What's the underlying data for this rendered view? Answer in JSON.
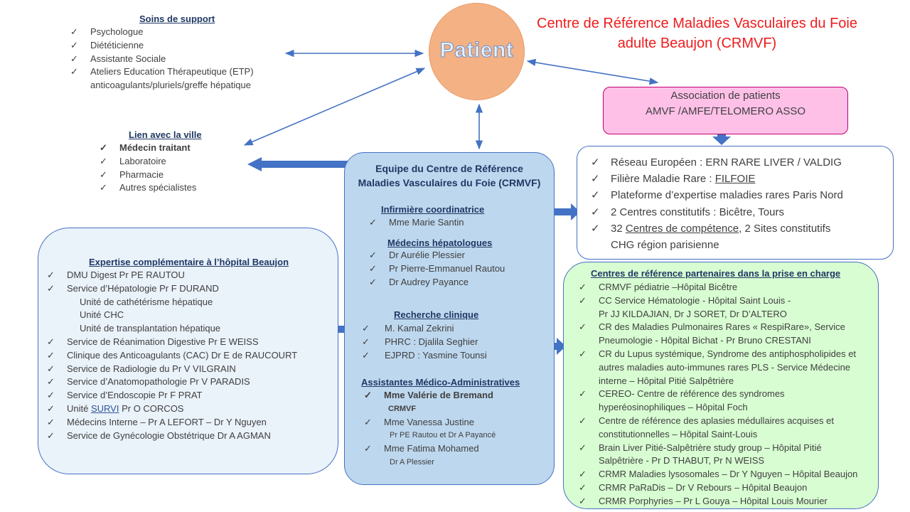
{
  "title": {
    "line1": "Centre de Référence Maladies Vasculaires du Foie",
    "line2": "adulte Beaujon (CRMVF)"
  },
  "patient": "Patient",
  "soins": {
    "heading": "Soins de support",
    "items": [
      "Psychologue",
      "Diététicienne",
      "Assistante Sociale",
      "Ateliers Education Thérapeutique (ETP)"
    ],
    "etp_line2": "anticoagulants/pluriels/greffe hépatique"
  },
  "ville": {
    "heading": "Lien avec la ville",
    "items": [
      "Médecin traitant",
      "Laboratoire",
      "Pharmacie",
      "Autres spécialistes"
    ]
  },
  "association": {
    "line1": "Association de patients",
    "line2": "AMVF /AMFE/TELOMERO ASSO"
  },
  "reseau": {
    "r1": "Réseau Européen : ERN RARE LIVER / VALDIG",
    "r2_prefix": "Filière Maladie Rare : ",
    "r2_link": "FILFOIE",
    "r3": "Plateforme d’expertise maladies rares Paris Nord",
    "r4": "2 Centres constitutifs : Bicêtre, Tours",
    "r5_prefix": "32 ",
    "r5_link": "Centres de compétence",
    "r5_suffix": ", 2 Sites constitutifs",
    "r5_line2": "CHG région parisienne"
  },
  "equipe": {
    "title1": "Equipe du Centre de Référence",
    "title2": "Maladies Vasculaires du Foie (CRMVF)",
    "infirmiere_head": "Infirmière coordinatrice",
    "infirmiere": "Mme Marie Santin",
    "medecins_head": "Médecins hépatologues",
    "medecins": [
      "Dr Aurélie Plessier",
      "Pr Pierre-Emmanuel Rautou",
      "Dr Audrey Payance"
    ],
    "recherche_head": "Recherche clinique",
    "recherche": [
      "M. Kamal Zekrini",
      "PHRC : Djalila Seghier",
      "EJPRD : Yasmine Tounsi"
    ],
    "assistantes_head": "Assistantes Médico-Administratives",
    "a1": "Mme Valérie de Bremand",
    "a1_sub": "CRMVF",
    "a2": "Mme Vanessa Justine",
    "a2_sub": "Pr PE Rautou et Dr A Payancé",
    "a3": "Mme Fatima Mohamed",
    "a3_sub": "Dr A Plessier"
  },
  "expertise": {
    "heading": "Expertise complémentaire à l’hôpital Beaujon",
    "e1": "DMU Digest Pr PE RAUTOU",
    "e2": "Service d’Hépatologie Pr F DURAND",
    "s1": "Unité de cathétérisme hépatique",
    "s2": "Unité CHC",
    "s3": "Unité de transplantation hépatique",
    "e3": "Service de Réanimation Digestive Pr E WEISS",
    "e4": "Clinique des Anticoagulants (CAC) Dr E de RAUCOURT",
    "e5": "Service de Radiologie du Pr V VILGRAIN",
    "e6": "Service d’Anatomopathologie Pr V PARADIS",
    "e7": "Service d’Endoscopie Pr F PRAT",
    "e8_prefix": "Unité ",
    "e8_link": "SURVI",
    "e8_suffix": " Pr O CORCOS",
    "e9": "Médecins Interne – Pr A LEFORT – Dr Y Nguyen",
    "e10": "Service de Gynécologie Obstétrique Dr A AGMAN"
  },
  "partenaires": {
    "heading": "Centres de référence partenaires dans la prise en charge",
    "lines": [
      {
        "t": "CRMVF pédiatrie –Hôpital Bicêtre",
        "c": true
      },
      {
        "t": "CC Service Hématologie - Hôpital Saint Louis -",
        "c": true
      },
      {
        "t": "Pr JJ KILDAJIAN, Dr J SORET, Dr D’ALTERO",
        "c": false
      },
      {
        "t": "CR des Maladies Pulmonaires Rares « RespiRare», Service",
        "c": true
      },
      {
        "t": "Pneumologie - Hôpital Bichat - Pr Bruno CRESTANI",
        "c": false
      },
      {
        "t": "CR du Lupus systémique, Syndrome des antiphospholipides et",
        "c": true
      },
      {
        "t": "autres maladies auto-immunes rares PLS - Service Médecine",
        "c": false
      },
      {
        "t": "interne – Hôpital Pitié Salpêtrière",
        "c": false
      },
      {
        "t": "CEREO- Centre de référence des syndromes",
        "c": true
      },
      {
        "t": "hyperéosinophiliques – Hôpital Foch",
        "c": false
      },
      {
        "t": "Centre de référence des aplasies médullaires acquises et",
        "c": true
      },
      {
        "t": "constitutionnelles – Hôpital Saint-Louis",
        "c": false
      },
      {
        "t": "Brain Liver Pitié-Salpêtrière study group – Hôpital Pitié",
        "c": true
      },
      {
        "t": "Salpêtrière - Pr D THABUT, Pr N WEISS",
        "c": false
      },
      {
        "t": "CRMR Maladies lysosomales – Dr Y Nguyen – Hôpital Beaujon",
        "c": true
      },
      {
        "t": "CRMR PaRaDis – Dr V Rebours – Hôpital Beaujon",
        "c": true
      },
      {
        "t": "CRMR Porphyries – Pr L Gouya – Hôpital Louis Mourier",
        "c": true
      }
    ]
  },
  "colors": {
    "title_red": "#ee1c1c",
    "patient_fill": "#f4b183",
    "patient_text": "#e9f1fb",
    "assoc_fill": "#ffc0e8",
    "assoc_border": "#c00070",
    "equipe_fill": "#bdd7ee",
    "expertise_fill": "#eaf2fa",
    "partner_fill": "#d8fdd2",
    "arrow_blue": "#4472c4",
    "heading_navy": "#1f3864"
  }
}
